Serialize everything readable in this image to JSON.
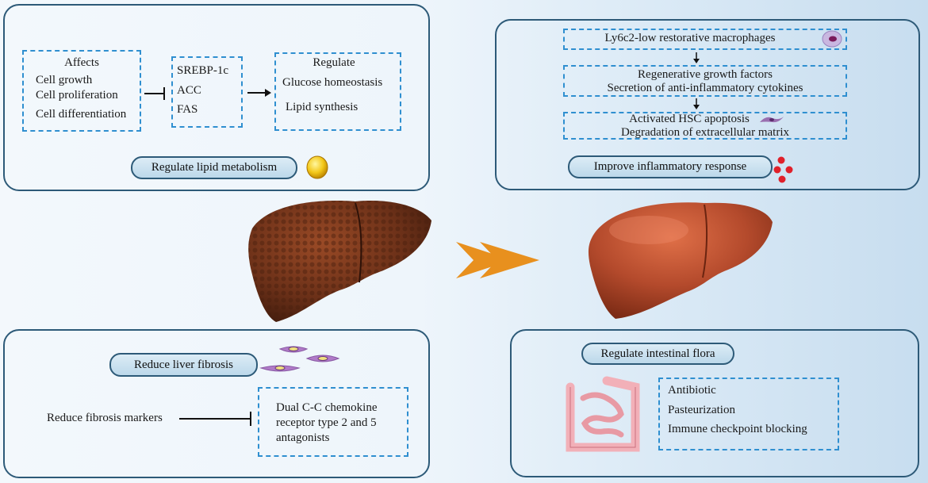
{
  "top_left": {
    "affects": {
      "title": "Affects",
      "items": [
        "Cell growth",
        "Cell proliferation",
        "Cell differentiation"
      ]
    },
    "targets": [
      "SREBP-1c",
      "ACC",
      "FAS"
    ],
    "regulate": {
      "title": "Regulate",
      "items": [
        "Glucose homeostasis",
        "Lipid synthesis"
      ]
    },
    "label": "Regulate lipid metabolism"
  },
  "top_right": {
    "step1": "Ly6c2-low restorative  macrophages",
    "step2": [
      "Regenerative growth factors",
      "Secretion of anti-inflammatory cytokines"
    ],
    "step3": [
      "Activated HSC apoptosis",
      "Degradation of extracellular matrix"
    ],
    "label": "Improve inflammatory response"
  },
  "bottom_left": {
    "label": "Reduce liver fibrosis",
    "markers": "Reduce fibrosis markers",
    "antagonist": [
      "Dual C-C chemokine",
      "receptor type 2 and 5",
      "antagonists"
    ]
  },
  "bottom_right": {
    "label": "Regulate intestinal flora",
    "items": [
      "Antibiotic",
      "Pasteurization",
      "Immune checkpoint blocking"
    ]
  },
  "colors": {
    "panel_border": "#2d5a78",
    "dashed_border": "#2f8fd0",
    "arrow": "#e8901e",
    "diseased_liver": "#6b3018",
    "healthy_liver": "#b44a2c"
  }
}
